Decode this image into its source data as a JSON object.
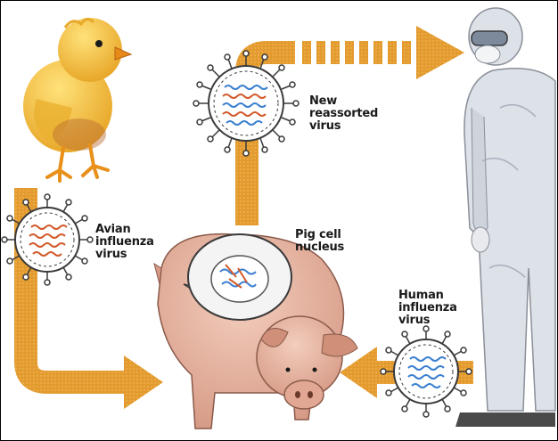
{
  "labels": {
    "new_virus": [
      "New",
      "reassorted",
      "virus"
    ],
    "avian_virus": [
      "Avian",
      "influenza",
      "virus"
    ],
    "pig_nucleus": [
      "Pig cell",
      "nucleus"
    ],
    "human_virus": [
      "Human",
      "influenza",
      "virus"
    ]
  },
  "colors": {
    "arrow": "#e39a2e",
    "arrow_light": "#f0b44a",
    "virus_outline": "#3a3a3a",
    "avian_rna": "#d25a2a",
    "human_rna": "#3a7fd0",
    "pig_skin": "#ecb9a6",
    "chick": "#f5c23c",
    "suit": "#dde1e8"
  },
  "icons": {
    "chick": "chick-illustration",
    "pig": "pig-illustration",
    "person": "person-in-protective-suit",
    "virus": "virus-particle-icon"
  }
}
